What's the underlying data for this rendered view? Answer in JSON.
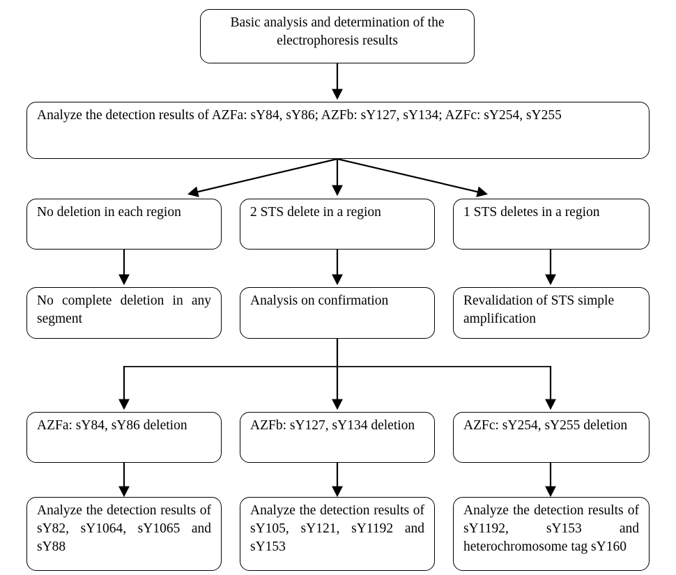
{
  "diagram": {
    "title": "Y chromosome microdeletion AZF analysis flowchart",
    "stroke_color": "#000000",
    "fill_color": "#ffffff",
    "nodes": [
      {
        "id": "n1",
        "text": "Basic analysis and determination of the electrophoresis results",
        "align": "center",
        "row": 1
      },
      {
        "id": "n2",
        "text": "Analyze the detection results of AZFa: sY84, sY86; AZFb: sY127, sY134; AZFc: sY254, sY255",
        "align": "left",
        "row": 2
      },
      {
        "id": "n3a",
        "text": "No deletion in each region",
        "align": "left",
        "row": 3
      },
      {
        "id": "n3b",
        "text": "2 STS delete in a region",
        "align": "left",
        "row": 3
      },
      {
        "id": "n3c",
        "text": "1 STS deletes in a region",
        "align": "left",
        "row": 3
      },
      {
        "id": "n4a",
        "text": "No complete deletion in any segment",
        "align": "justify",
        "row": 4
      },
      {
        "id": "n4b",
        "text": "Analysis on confirmation",
        "align": "left",
        "row": 4
      },
      {
        "id": "n4c",
        "text": "Revalidation of STS simple amplification",
        "align": "left",
        "row": 4
      },
      {
        "id": "n5a",
        "text": "AZFa: sY84, sY86 deletion",
        "align": "left",
        "row": 5
      },
      {
        "id": "n5b",
        "text": "AZFb: sY127, sY134 deletion",
        "align": "left",
        "row": 5
      },
      {
        "id": "n5c",
        "text": "AZFc: sY254, sY255 deletion",
        "align": "left",
        "row": 5
      },
      {
        "id": "n6a",
        "text": "Analyze the detection results of sY82, sY1064, sY1065 and sY88",
        "align": "justify",
        "row": 6
      },
      {
        "id": "n6b",
        "text": "Analyze the detection results of sY105, sY121, sY1192 and sY153",
        "align": "justify",
        "row": 6
      },
      {
        "id": "n6c",
        "text": "Analyze the detection results of sY1192, sY153 and heterochromosome tag sY160",
        "align": "justify",
        "row": 6
      }
    ],
    "edges": [
      {
        "id": "e1",
        "from": "n1",
        "to": "n2",
        "kind": "straight-down"
      },
      {
        "id": "e2",
        "from": "n2",
        "to": "n3a",
        "kind": "diagonal-left"
      },
      {
        "id": "e3",
        "from": "n2",
        "to": "n3b",
        "kind": "straight-down"
      },
      {
        "id": "e4",
        "from": "n2",
        "to": "n3c",
        "kind": "diagonal-right"
      },
      {
        "id": "e5",
        "from": "n3a",
        "to": "n4a",
        "kind": "straight-down"
      },
      {
        "id": "e6",
        "from": "n3b",
        "to": "n4b",
        "kind": "straight-down"
      },
      {
        "id": "e7",
        "from": "n3c",
        "to": "n4c",
        "kind": "straight-down"
      },
      {
        "id": "e8",
        "from": "n4b",
        "to": "n5a",
        "kind": "orthogonal-bus"
      },
      {
        "id": "e9",
        "from": "n4b",
        "to": "n5b",
        "kind": "orthogonal-bus"
      },
      {
        "id": "e10",
        "from": "n4b",
        "to": "n5c",
        "kind": "orthogonal-bus"
      },
      {
        "id": "e11",
        "from": "n5a",
        "to": "n6a",
        "kind": "straight-down"
      },
      {
        "id": "e12",
        "from": "n5b",
        "to": "n6b",
        "kind": "straight-down"
      },
      {
        "id": "e13",
        "from": "n5c",
        "to": "n6c",
        "kind": "straight-down"
      }
    ]
  }
}
